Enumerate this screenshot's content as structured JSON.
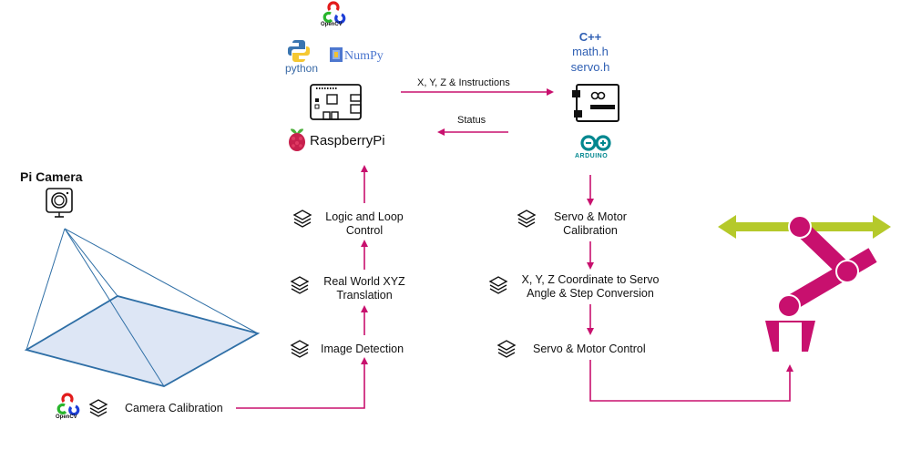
{
  "colors": {
    "flow_arrow": "#c8106e",
    "robot_arm": "#c8106e",
    "rail": "#b5c92a",
    "fov_line": "#2f6fa6",
    "fov_fill": "#dde6f5",
    "code_text": "#2f5fb3",
    "arduino_teal": "#00878f"
  },
  "camera": {
    "title": "Pi Camera",
    "icon": "camera-icon"
  },
  "logos": {
    "opencv": "OpenCV",
    "python": "python",
    "numpy": "NumPy",
    "raspberrypi": "RaspberryPi",
    "arduino": "ARDUINO"
  },
  "arduino_code": {
    "lang": "C++",
    "lib1": "math.h",
    "lib2": "servo.h"
  },
  "links": {
    "to_arduino": "X, Y, Z & Instructions",
    "to_pi": "Status"
  },
  "pi_steps": [
    {
      "label": "Camera Calibration",
      "icon": "layers-icon"
    },
    {
      "label": "Image Detection",
      "icon": "layers-icon"
    },
    {
      "label_line1": "Real World XYZ",
      "label_line2": "Translation",
      "icon": "layers-icon"
    },
    {
      "label_line1": "Logic and Loop",
      "label_line2": "Control",
      "icon": "layers-icon"
    }
  ],
  "arduino_steps": [
    {
      "label_line1": "Servo & Motor",
      "label_line2": "Calibration",
      "icon": "layers-icon"
    },
    {
      "label_line1": "X, Y, Z Coordinate to Servo",
      "label_line2": "Angle & Step Conversion",
      "icon": "layers-icon"
    },
    {
      "label": "Servo & Motor Control",
      "icon": "layers-icon"
    }
  ]
}
